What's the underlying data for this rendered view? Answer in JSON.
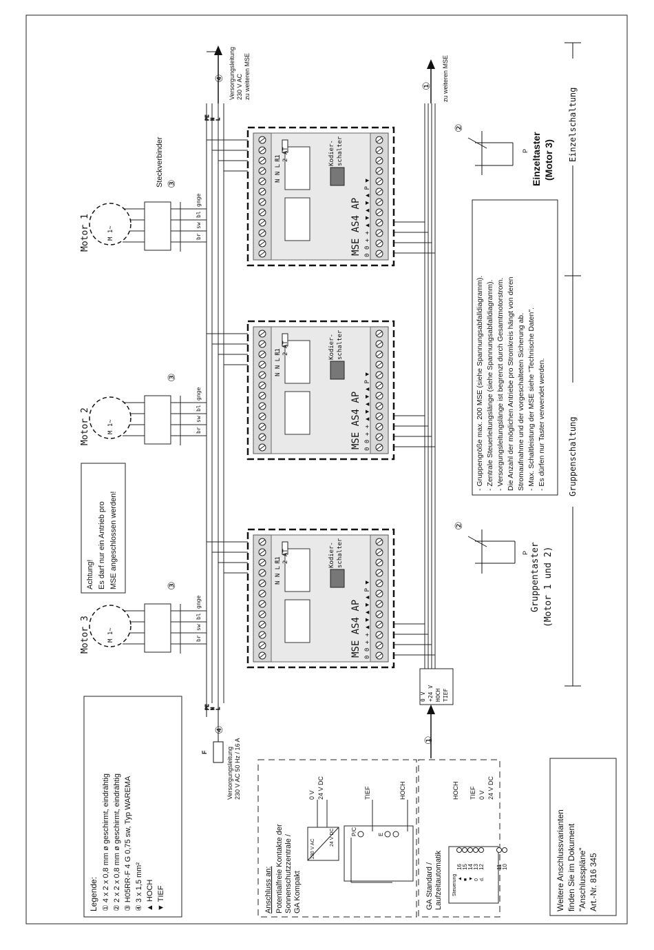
{
  "legend": {
    "title": "Legende:",
    "items": [
      "4 x 2 x 0,8 mm ø geschirmt, eindrähtig",
      "2 x 2 x 0,8 mm ø geschirmt, eindrähtig",
      "H05RR-F 4 G 0,75 sw, Typ WAREMA",
      "3 x 1,5 mm²"
    ],
    "markers": [
      "①",
      "②",
      "③",
      "④"
    ],
    "hoch": "HOCH",
    "tief": "TIEF"
  },
  "supply": {
    "top_line1": "Versorgungsleitung",
    "top_line2": "230 V AC",
    "top_line3": "zu weiteren MSE",
    "bottom_line1": "Versorgungsleitung",
    "bottom_line2": "230 V AC 50 Hz / 16 A",
    "fuse": "F",
    "conductors": [
      "PE",
      "N",
      "L"
    ],
    "ctrl_top": "zu weiteren MSE",
    "ctrl_wires": [
      "0 V",
      "+24 V",
      "HOCH",
      "TIEF"
    ]
  },
  "modules": {
    "name": "MSE AS4 AP",
    "fuse_label": "F1",
    "fuse_rating": "2 AT",
    "coder_line1": "Kodier-",
    "coder_line2": "schalter",
    "power_terms": "N N L L",
    "ctrl_terms": "0 0 + + ▲ ▼ ▲ ▼ ▲ P ▼"
  },
  "motors": [
    {
      "name": "Motor 1"
    },
    {
      "name": "Motor 2"
    },
    {
      "name": "Motor 3"
    }
  ],
  "motor_symbol": "M 1~",
  "wire_colors": [
    "gnge",
    "bl",
    "sw",
    "br"
  ],
  "steckverbinder": "Steckverbinder",
  "achtung": [
    "Achtung!",
    "Es darf nur ein Antrieb pro",
    "MSE angeschlossen werden!"
  ],
  "notes": [
    "- Gruppengröße max. 200 MSE (siehe Spannungsabfalldiagramm).",
    "- Zentrale Steuerleitungslänge (siehe Spannungsabfalldiagramm).",
    "- Versorgungsleitungslänge ist begrenzt durch Gesamtmotorstrom.",
    "  Die Anzahl der möglichen Antriebe pro Stromkreis hängt von deren",
    "  Stromaufnahme und der vorgeschalteten Sicherung ab.",
    "- Max. Schaltleistung der MSE siehe \"Technische Daten\".",
    "- Es dürfen nur Taster verwendet werden."
  ],
  "einzeltaster": [
    "Einzeltaster",
    "(Motor 3)"
  ],
  "gruppentaster": [
    "Gruppentaster",
    "(Motor 1 und 2)"
  ],
  "sections": [
    "Einzelschaltung",
    "Gruppenschaltung"
  ],
  "anschluss": {
    "title": "Anschluss an:",
    "line1": "Potentialfreie Kontakte der",
    "line2": "Sonnenschutzzentrale /",
    "line3": "GA Kompakt",
    "labels": [
      "0 V",
      "24 V DC",
      "TIEF",
      "HOCH",
      "230 V AC",
      "24 V DC",
      "P/C",
      "E"
    ],
    "ga_title1": "GA Standard /",
    "ga_title2": "Laufzeitautomatik",
    "ga_labels": [
      "HOCH",
      "TIEF",
      "0 V",
      "24 V DC"
    ],
    "steuerung": "Steuerung",
    "ga_terms": [
      "16",
      "15",
      "14",
      "13",
      "12",
      "11",
      "10"
    ],
    "ga_syms": [
      "▲",
      "■",
      "▼",
      "0",
      "d."
    ]
  },
  "weitere": [
    "Weitere Anschlussvarianten",
    "finden Sie im Dokument",
    "\"Anschlusspläne\"",
    "Art.-Nr. 816 345"
  ],
  "terminal_p": "P"
}
